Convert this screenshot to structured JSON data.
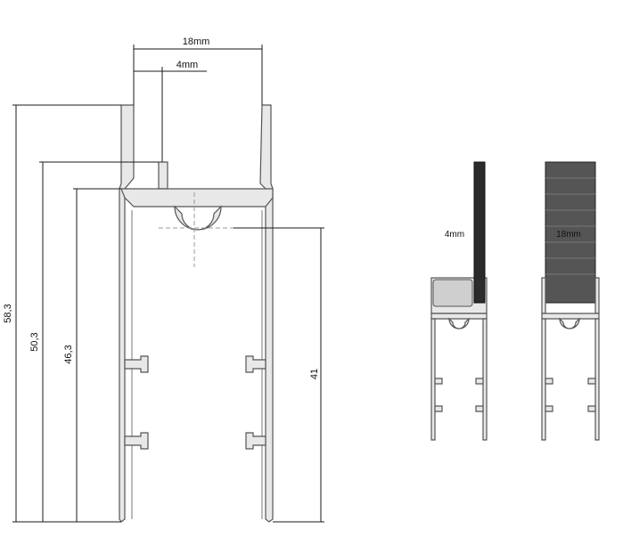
{
  "dimensions": {
    "top_width": "18mm",
    "slot_width": "4mm",
    "height_total": "58,3",
    "height_inner": "50,3",
    "height_to_crossbar": "46,3",
    "height_lower": "41"
  },
  "examples": {
    "thin_panel_label": "4mm",
    "thick_panel_label": "18mm"
  }
}
